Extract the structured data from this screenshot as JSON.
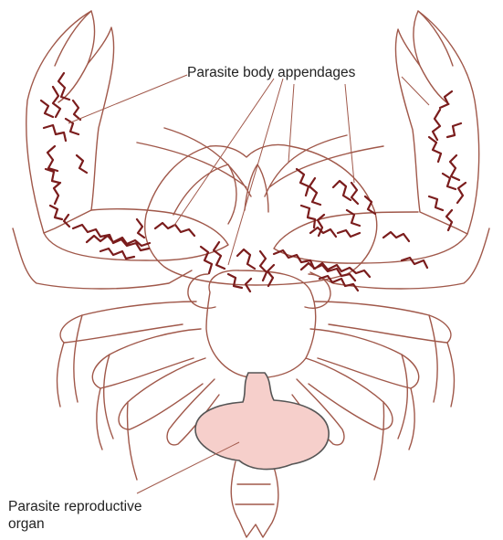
{
  "labels": {
    "appendages": "Parasite body appendages",
    "organ_line1": "Parasite reproductive",
    "organ_line2": "organ"
  },
  "colors": {
    "outline": "#a0584a",
    "parasite_network": "#7a1c1c",
    "reproductive_organ_fill": "#f6cfcb",
    "reproductive_organ_stroke": "#555555",
    "label_text": "#222222",
    "leader_line": "#a0584a"
  }
}
